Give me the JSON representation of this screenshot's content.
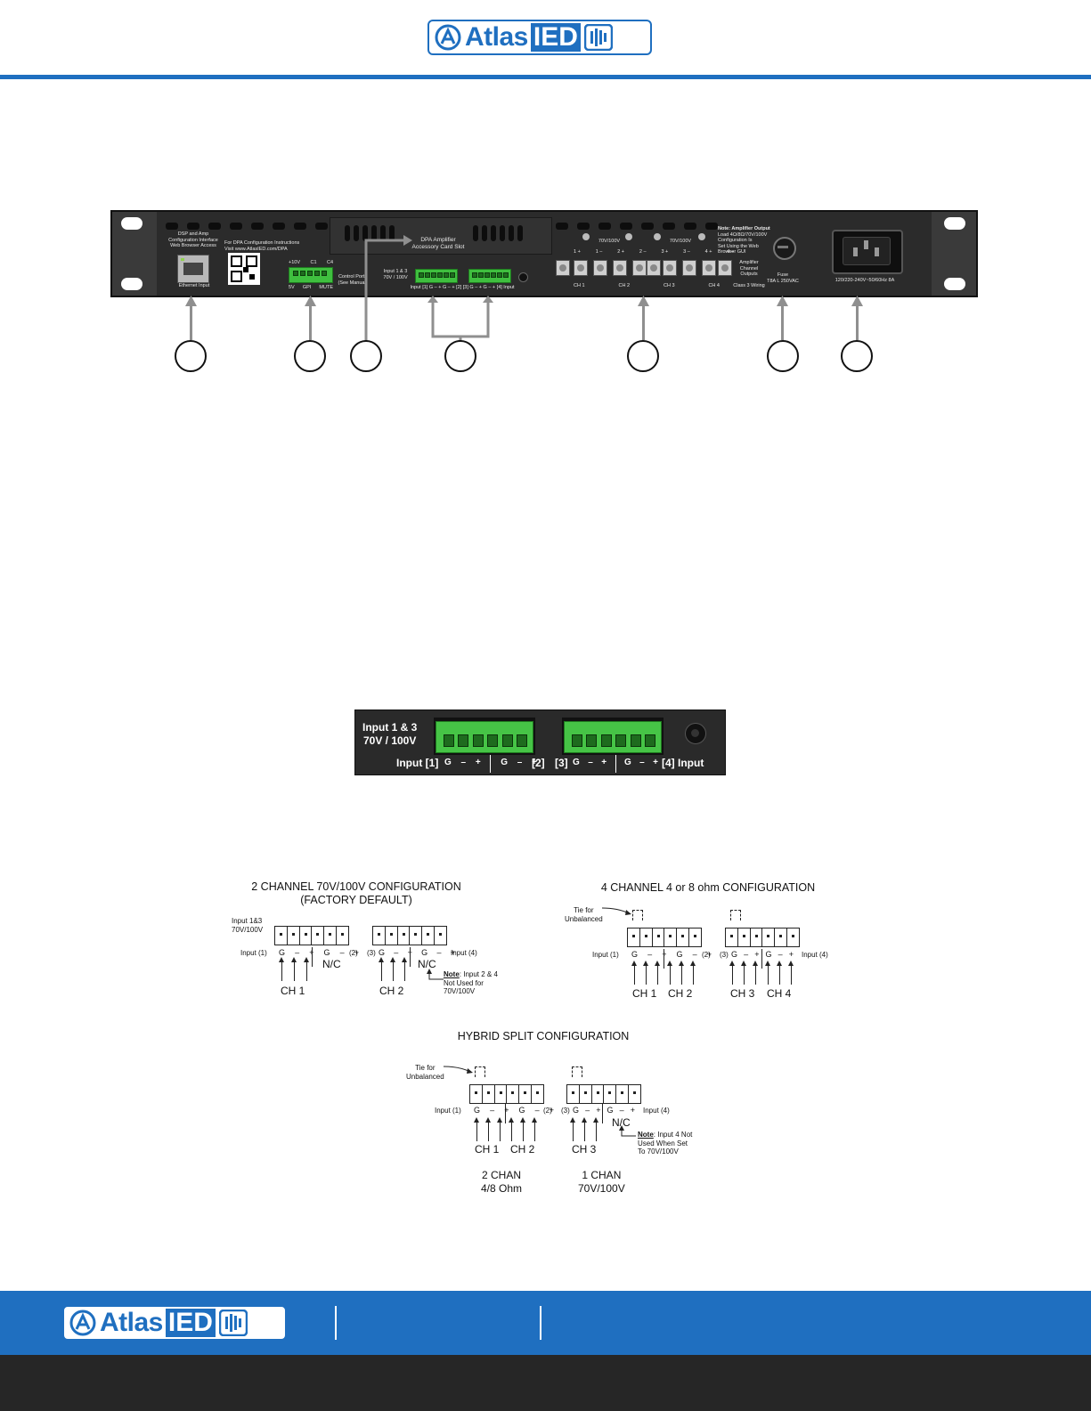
{
  "brand": {
    "word": "Atlas",
    "ied": "IED"
  },
  "panel": {
    "ethernet_lines": [
      "DSP and Amp",
      "Configuration Interface",
      "Web Browser Access"
    ],
    "ethernet_label": "Ethernet Input",
    "config_lines": [
      "For DPA Configuration Instructions",
      "Visit www.AtlasIED.com/DPA"
    ],
    "control_top": [
      "+10V",
      "C1",
      "C4"
    ],
    "control_bottom": [
      "5V",
      "GPI",
      "MUTE"
    ],
    "control_label_lines": [
      "Control Ports",
      "(See Manual)"
    ],
    "card_slot_lines": [
      "DPA Amplifier",
      "Accessory Card Slot"
    ],
    "input_label_lines": [
      "Input 1 & 3",
      "70V / 100V"
    ],
    "input_row": "Input [1] G  –  +  G  –  + [2]  [3] G  –  +  G  –  + [4] Input",
    "v70_a": "70V/100V",
    "v70_b": "70V/100V",
    "out_terms": [
      "1 +",
      "1 –",
      "2 +",
      "2 –",
      "3 +",
      "3 –",
      "4 +",
      "4 –"
    ],
    "ch_labels": [
      "CH 1",
      "CH 2",
      "CH 3",
      "CH 4"
    ],
    "note_lines": [
      "Note: Amplifier Output",
      "Load 4Ω/8Ω/70V/100V",
      "Configuration Is",
      "Set Using the Web",
      "Browser GUI"
    ],
    "amp_out_lines": [
      "Amplifier",
      "Channel",
      "Outputs"
    ],
    "class3": "Class 3 Wiring",
    "fuse_lines": [
      "Fuse",
      "T8A L 250VAC"
    ],
    "power_label": "120/220-240V~50/60Hz 8A"
  },
  "inset": {
    "title_lines": [
      "Input 1 & 3",
      "70V / 100V"
    ],
    "left_label": "Input [1]",
    "left_pins": [
      "G",
      "–",
      "+",
      "G",
      "–",
      "+"
    ],
    "mid_label_a": "[2]",
    "mid_label_b": "[3]",
    "right_pins": [
      "G",
      "–",
      "+",
      "G",
      "–",
      "+"
    ],
    "right_label": "[4] Input"
  },
  "diagram_2ch": {
    "title_lines": [
      "2 CHANNEL  70V/100V CONFIGURATION",
      "(FACTORY DEFAULT)"
    ],
    "input_label_lines": [
      "Input 1&3",
      "70V/100V"
    ],
    "input1": "Input (1)",
    "pins_a": [
      "G",
      "–",
      "+",
      "G",
      "–",
      "+"
    ],
    "in2": "(2)",
    "in3": "(3)",
    "pins_b": [
      "G",
      "–",
      "+",
      "G",
      "–",
      "+"
    ],
    "input4": "Input (4)",
    "nc": "N/C",
    "ch_a": "CH 1",
    "ch_b": "CH 2",
    "note_bold": "Note",
    "note_lines": [
      ": Input 2 & 4",
      "Not Used for",
      "70V/100V"
    ]
  },
  "diagram_4ch": {
    "title": "4 CHANNEL  4 or 8 ohm CONFIGURATION",
    "tie_lines": [
      "Tie for",
      "Unbalanced"
    ],
    "input1": "Input (1)",
    "pins_a": [
      "G",
      "–",
      "+",
      "G",
      "–",
      "+"
    ],
    "in2": "(2)",
    "in3": "(3)",
    "pins_b": [
      "G",
      "–",
      "+",
      "G",
      "–",
      "+"
    ],
    "input4": "Input (4)",
    "chs": [
      "CH 1",
      "CH 2",
      "CH 3",
      "CH 4"
    ]
  },
  "diagram_hybrid": {
    "title": "HYBRID SPLIT CONFIGURATION",
    "tie_lines": [
      "Tie for",
      "Unbalanced"
    ],
    "input1": "Input (1)",
    "pins_a": [
      "G",
      "–",
      "+",
      "G",
      "–",
      "+"
    ],
    "in2": "(2)",
    "in3": "(3)",
    "pins_b": [
      "G",
      "–",
      "+",
      "G",
      "–",
      "+"
    ],
    "input4": "Input (4)",
    "nc": "N/C",
    "chs": [
      "CH 1",
      "CH 2",
      "CH 3"
    ],
    "note_bold": "Note",
    "note_lines": [
      ": Input 4 Not",
      "Used When Set",
      "To 70V/100V"
    ],
    "group_a_lines": [
      "2 CHAN",
      "4/8 Ohm"
    ],
    "group_b_lines": [
      "1 CHAN",
      "70V/100V"
    ]
  },
  "colors": {
    "brand_blue": "#1f6fc0",
    "terminal_green": "#3fbf3f",
    "footer_dark": "#262626"
  }
}
